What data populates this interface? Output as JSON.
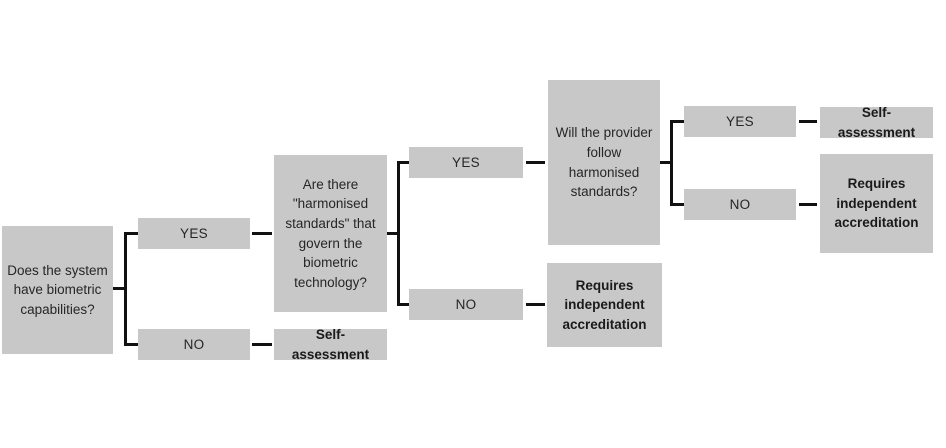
{
  "diagram": {
    "type": "decision-tree",
    "colors": {
      "box_fill": "#c8c8c8",
      "line": "#111111",
      "question_text": "#262626",
      "outcome_text": "#1a1a1a",
      "background": "#ffffff"
    },
    "nodes": [
      {
        "id": "q-biometric",
        "kind": "question",
        "label": "Does the system have biometric capabilities?"
      },
      {
        "id": "branch1-yes",
        "kind": "answer",
        "label": "YES"
      },
      {
        "id": "branch1-no",
        "kind": "answer",
        "label": "NO"
      },
      {
        "id": "q-harmonised-standards",
        "kind": "question",
        "label": "Are there \"harmonised standards\" that govern the biometric technology?"
      },
      {
        "id": "outcome-self-assessment-1",
        "kind": "outcome",
        "label": "Self-assessment"
      },
      {
        "id": "branch2-yes",
        "kind": "answer",
        "label": "YES"
      },
      {
        "id": "branch2-no",
        "kind": "answer",
        "label": "NO"
      },
      {
        "id": "q-provider-follow",
        "kind": "question",
        "label": "Will the provider follow harmonised standards?"
      },
      {
        "id": "outcome-requires-accreditation-1",
        "kind": "outcome",
        "label": "Requires independent accreditation"
      },
      {
        "id": "branch3-yes",
        "kind": "answer",
        "label": "YES"
      },
      {
        "id": "branch3-no",
        "kind": "answer",
        "label": "NO"
      },
      {
        "id": "outcome-self-assessment-2",
        "kind": "outcome",
        "label": "Self-assessment"
      },
      {
        "id": "outcome-requires-accreditation-2",
        "kind": "outcome",
        "label": "Requires independent accreditation"
      }
    ],
    "edges": [
      {
        "from": "q-biometric",
        "answer": "YES",
        "to": "q-harmonised-standards"
      },
      {
        "from": "q-biometric",
        "answer": "NO",
        "to": "outcome-self-assessment-1"
      },
      {
        "from": "q-harmonised-standards",
        "answer": "YES",
        "to": "q-provider-follow"
      },
      {
        "from": "q-harmonised-standards",
        "answer": "NO",
        "to": "outcome-requires-accreditation-1"
      },
      {
        "from": "q-provider-follow",
        "answer": "YES",
        "to": "outcome-self-assessment-2"
      },
      {
        "from": "q-provider-follow",
        "answer": "NO",
        "to": "outcome-requires-accreditation-2"
      }
    ]
  }
}
